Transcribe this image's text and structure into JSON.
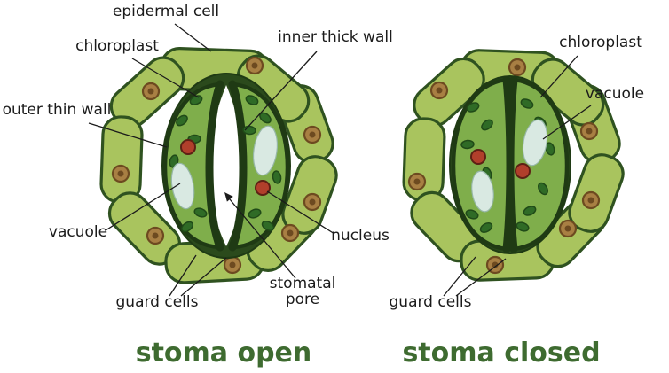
{
  "figures": {
    "open": {
      "caption": "stoma open",
      "labels": {
        "epidermal_cell": "epidermal cell",
        "chloroplast": "chloroplast",
        "inner_thick_wall": "inner thick wall",
        "outer_thin_wall": "outer thin wall",
        "vacuole": "vacuole",
        "guard_cells": "guard cells",
        "stomatal_pore_line1": "stomatal",
        "stomatal_pore_line2": "pore",
        "nucleus": "nucleus"
      }
    },
    "closed": {
      "caption": "stoma closed",
      "labels": {
        "chloroplast": "chloroplast",
        "vacuole": "vacuole",
        "guard_cells": "guard cells"
      }
    }
  },
  "colors": {
    "epidermal_fill": "#a9c45e",
    "epidermal_stroke": "#2f5220",
    "epidermal_nucleus_fill": "#a87f43",
    "inner_dark": "#2b4a1c",
    "guard_fill": "#7fae4b",
    "chloroplast_fill": "#2f6b26",
    "vacuole_fill": "#d9e9e2",
    "guard_nucleus_fill": "#b13f2b",
    "caption": "#3e6b30",
    "line": "#1b1b1b"
  }
}
